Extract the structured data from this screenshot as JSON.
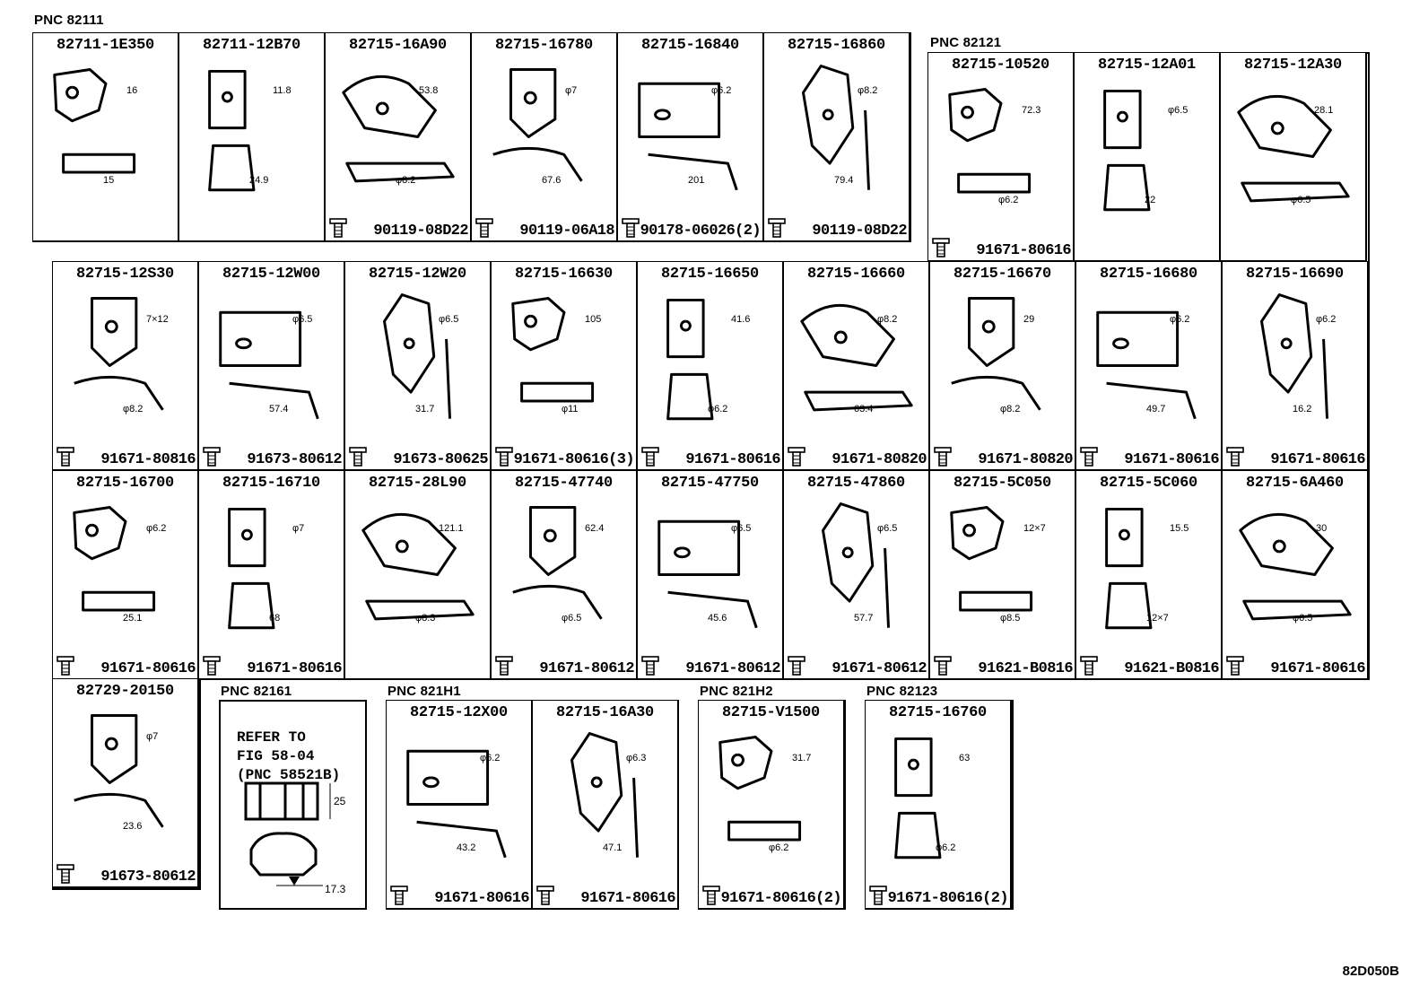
{
  "diagram_code": "82D050B",
  "groups": [
    {
      "pnc": "PNC 82111",
      "cells": [
        {
          "part": "82711-1E350",
          "dims": [
            "16",
            "15"
          ],
          "bolt": ""
        },
        {
          "part": "82711-12B70",
          "dims": [
            "11.8",
            "24.9"
          ],
          "bolt": ""
        },
        {
          "part": "82715-16A90",
          "dims": [
            "53.8",
            "φ8.2"
          ],
          "bolt": "90119-08D22"
        },
        {
          "part": "82715-16780",
          "dims": [
            "φ7",
            "67.6"
          ],
          "bolt": "90119-06A18"
        },
        {
          "part": "82715-16840",
          "dims": [
            "φ6.2",
            "201"
          ],
          "bolt": "90178-06026(2)"
        },
        {
          "part": "82715-16860",
          "dims": [
            "φ8.2",
            "79.4"
          ],
          "bolt": "90119-08D22"
        }
      ]
    },
    {
      "pnc": "PNC 82121",
      "cells": [
        {
          "part": "82715-10520",
          "dims": [
            "72.3",
            "φ6.2"
          ],
          "bolt": "91671-80616"
        },
        {
          "part": "82715-12A01",
          "dims": [
            "φ6.5",
            "22"
          ],
          "bolt": ""
        },
        {
          "part": "82715-12A30",
          "dims": [
            "28.1",
            "φ6.5"
          ],
          "bolt": ""
        },
        {
          "part": "82715-12S30",
          "dims": [
            "7×12",
            "φ8.2"
          ],
          "bolt": "91671-80816"
        },
        {
          "part": "82715-12W00",
          "dims": [
            "φ6.5",
            "57.4"
          ],
          "bolt": "91673-80612"
        },
        {
          "part": "82715-12W20",
          "dims": [
            "φ6.5",
            "31.7"
          ],
          "bolt": "91673-80625"
        },
        {
          "part": "82715-16630",
          "dims": [
            "105",
            "φ11"
          ],
          "bolt": "91671-80616(3)"
        },
        {
          "part": "82715-16650",
          "dims": [
            "41.6",
            "φ6.2"
          ],
          "bolt": "91671-80616"
        },
        {
          "part": "82715-16660",
          "dims": [
            "φ8.2",
            "63.4"
          ],
          "bolt": "91671-80820"
        },
        {
          "part": "82715-16670",
          "dims": [
            "29",
            "φ8.2"
          ],
          "bolt": "91671-80820"
        },
        {
          "part": "82715-16680",
          "dims": [
            "φ6.2",
            "49.7"
          ],
          "bolt": "91671-80616"
        },
        {
          "part": "82715-16690",
          "dims": [
            "φ6.2",
            "16.2"
          ],
          "bolt": "91671-80616"
        },
        {
          "part": "82715-16700",
          "dims": [
            "φ6.2",
            "25.1"
          ],
          "bolt": "91671-80616"
        },
        {
          "part": "82715-16710",
          "dims": [
            "φ7",
            "68"
          ],
          "bolt": "91671-80616"
        },
        {
          "part": "82715-28L90",
          "dims": [
            "121.1",
            "φ8.3"
          ],
          "bolt": ""
        },
        {
          "part": "82715-47740",
          "dims": [
            "62.4",
            "φ6.5"
          ],
          "bolt": "91671-80612"
        },
        {
          "part": "82715-47750",
          "dims": [
            "φ6.5",
            "45.6"
          ],
          "bolt": "91671-80612"
        },
        {
          "part": "82715-47860",
          "dims": [
            "φ6.5",
            "57.7"
          ],
          "bolt": "91671-80612"
        },
        {
          "part": "82715-5C050",
          "dims": [
            "12×7",
            "φ8.5"
          ],
          "bolt": "91621-B0816"
        },
        {
          "part": "82715-5C060",
          "dims": [
            "15.5",
            "12×7"
          ],
          "bolt": "91621-B0816"
        },
        {
          "part": "82715-6A460",
          "dims": [
            "30",
            "φ6.5"
          ],
          "bolt": "91671-80616"
        },
        {
          "part": "82729-20150",
          "dims": [
            "φ7",
            "23.6"
          ],
          "bolt": "91673-80612"
        }
      ]
    },
    {
      "pnc": "PNC 82161",
      "refer": "REFER TO\nFIG 58-04\n(PNC 58521B)",
      "dims": [
        "25",
        "17.3"
      ]
    },
    {
      "pnc": "PNC 821H1",
      "cells": [
        {
          "part": "82715-12X00",
          "dims": [
            "φ6.2",
            "43.2"
          ],
          "bolt": "91671-80616"
        },
        {
          "part": "82715-16A30",
          "dims": [
            "φ6.3",
            "47.1"
          ],
          "bolt": "91671-80616"
        }
      ]
    },
    {
      "pnc": "PNC 821H2",
      "cells": [
        {
          "part": "82715-V1500",
          "dims": [
            "31.7",
            "φ6.2"
          ],
          "bolt": "91671-80616(2)"
        }
      ]
    },
    {
      "pnc": "PNC 82123",
      "cells": [
        {
          "part": "82715-16760",
          "dims": [
            "63",
            "φ6.2"
          ],
          "bolt": "91671-80616(2)"
        }
      ]
    }
  ]
}
